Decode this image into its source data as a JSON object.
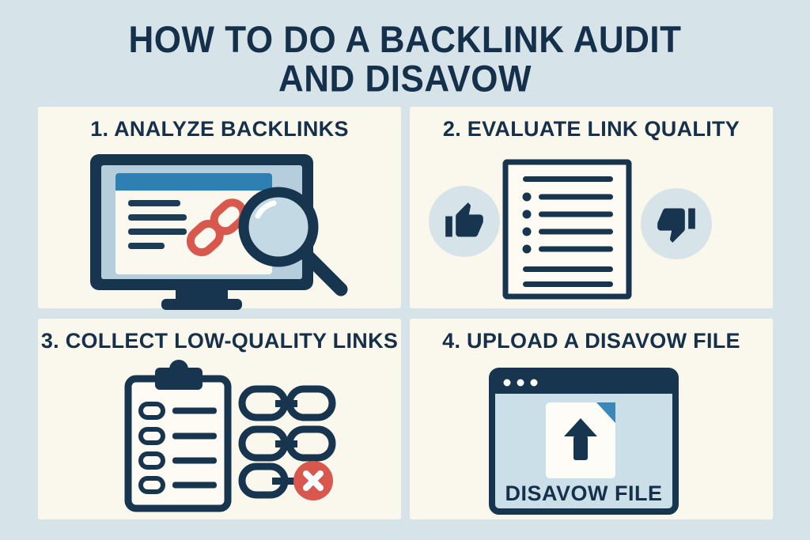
{
  "title": {
    "line1": "HOW TO DO A BACKLINK AUDIT",
    "line2": "AND DISAVOW"
  },
  "colors": {
    "background": "#d6e3e9",
    "panel": "#faf7ed",
    "navy": "#17354e",
    "text_navy": "#15304a",
    "window_bar_blue": "#2e80b2",
    "fold_blue": "#3c87b8",
    "red": "#d8584e",
    "screen_blue": "#b6cedb",
    "browser_body_blue": "#cbdfe9",
    "icon_circle_blue": "#d6e4ea",
    "paper_white": "#fdfbf3"
  },
  "steps": [
    {
      "label": "1. ANALYZE BACKLINKS",
      "icon": "monitor-with-link-and-magnifier-icon"
    },
    {
      "label": "2. EVALUATE LINK QUALITY",
      "icons": [
        "thumbs-up-icon",
        "checklist-document-icon",
        "thumbs-down-icon"
      ]
    },
    {
      "label": "3. COLLECT LOW-QUALITY LINKS",
      "icon": "clipboard-and-chain-links-icon"
    },
    {
      "label": "4. UPLOAD A DISAVOW FILE",
      "icon": "browser-upload-icon",
      "file_label": "DISAVOW FILE"
    }
  ]
}
